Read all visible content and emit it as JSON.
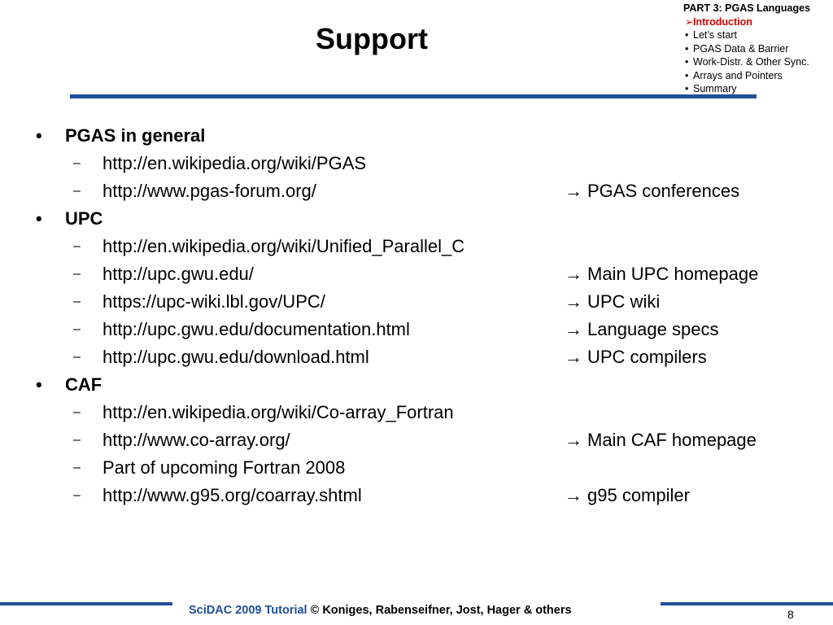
{
  "slide": {
    "title": "Support",
    "page_number": "8"
  },
  "outline": {
    "heading": "PART 3: PGAS Languages",
    "items": [
      {
        "label": "Introduction",
        "marker": "➢",
        "current": true
      },
      {
        "label": "Let’s start",
        "marker": "•",
        "current": false
      },
      {
        "label": "PGAS Data & Barrier",
        "marker": "•",
        "current": false
      },
      {
        "label": "Work-Distr. & Other Sync.",
        "marker": "•",
        "current": false
      },
      {
        "label": "Arrays and Pointers",
        "marker": "•",
        "current": false
      },
      {
        "label": "Summary",
        "marker": "•",
        "current": false
      }
    ]
  },
  "content": {
    "bullet_symbol": "•",
    "dash_symbol": "–",
    "arrow_symbol": "→",
    "sections": [
      {
        "heading": "PGAS in general",
        "items": [
          {
            "link": "http://en.wikipedia.org/wiki/PGAS",
            "note": ""
          },
          {
            "link": "http://www.pgas-forum.org/",
            "note": "PGAS conferences"
          }
        ]
      },
      {
        "heading": "UPC",
        "items": [
          {
            "link": "http://en.wikipedia.org/wiki/Unified_Parallel_C",
            "note": ""
          },
          {
            "link": "http://upc.gwu.edu/",
            "note": "Main UPC homepage"
          },
          {
            "link": "https://upc-wiki.lbl.gov/UPC/",
            "note": "UPC wiki"
          },
          {
            "link": "http://upc.gwu.edu/documentation.html",
            "note": "Language specs"
          },
          {
            "link": "http://upc.gwu.edu/download.html",
            "note": "UPC compilers"
          }
        ]
      },
      {
        "heading": "CAF",
        "items": [
          {
            "link": "http://en.wikipedia.org/wiki/Co-array_Fortran",
            "note": ""
          },
          {
            "link": "http://www.co-array.org/",
            "note": "Main CAF homepage"
          },
          {
            "link": "Part of upcoming Fortran 2008",
            "note": ""
          },
          {
            "link": "http://www.g95.org/coarray.shtml",
            "note": "g95 compiler"
          }
        ]
      }
    ]
  },
  "footer": {
    "brand": "SciDAC 2009 Tutorial",
    "credits": " © Koniges, Rabenseifner, Jost, Hager & others"
  },
  "colors": {
    "accent_blue": "#1f4e9c",
    "current_red": "#cc0000"
  }
}
